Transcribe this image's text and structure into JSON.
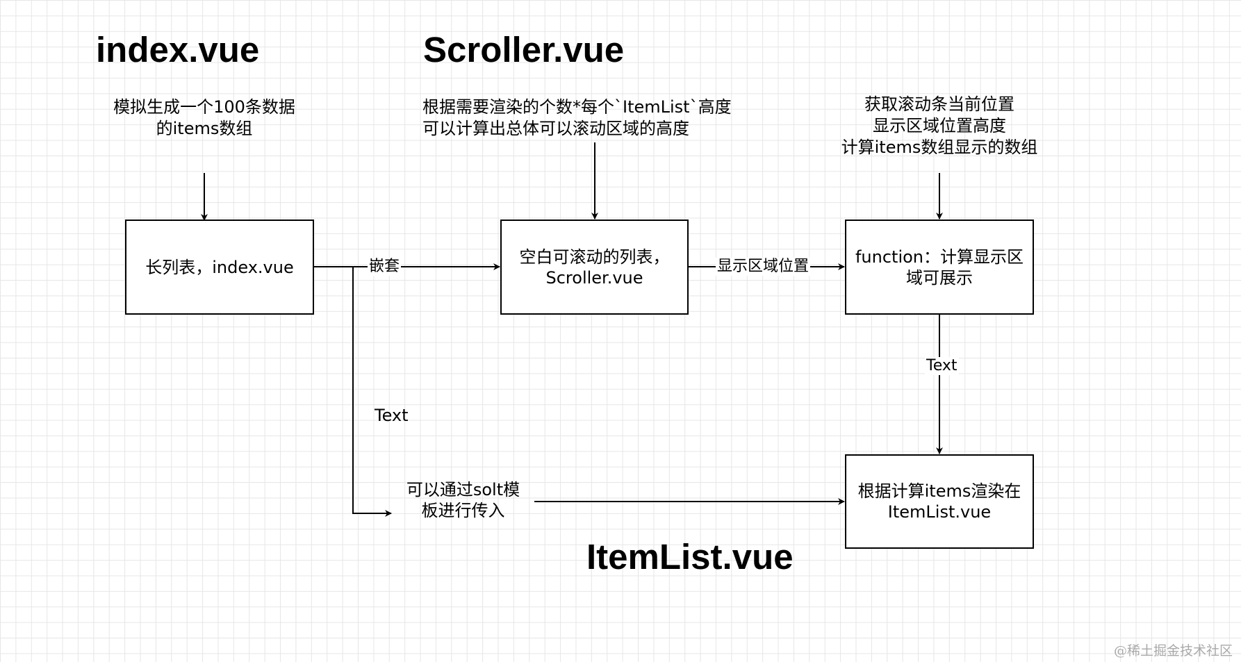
{
  "headings": {
    "index": "index.vue",
    "scroller": "Scroller.vue",
    "itemlist": "ItemList.vue"
  },
  "notes": {
    "mock_data": [
      "模拟生成一个100条数据",
      "的items数组"
    ],
    "scroll_height": [
      "根据需要渲染的个数*每个`ItemList`高度",
      "可以计算出总体可以滚动区域的高度"
    ],
    "scroll_position": [
      "获取滚动条当前位置",
      "显示区域位置高度",
      "计算items数组显示的数组"
    ]
  },
  "nodes": {
    "long_list": "长列表，index.vue",
    "scroller": "空白可滚动的列表，\nScroller.vue",
    "compute_fn": "function：计算显示区\n域可展示",
    "slot_note": "可以通过solt模\n板进行传入",
    "render_items": "根据计算items渲染在\nItemList.vue"
  },
  "edge_labels": {
    "nest": "嵌套",
    "visible_position": "显示区域位置",
    "text_right": "Text",
    "text_left": "Text"
  },
  "watermark": "@稀土掘金技术社区",
  "colors": {
    "stroke": "#000000",
    "grid": "#e6e6e6",
    "watermark": "#a9a9a9"
  }
}
